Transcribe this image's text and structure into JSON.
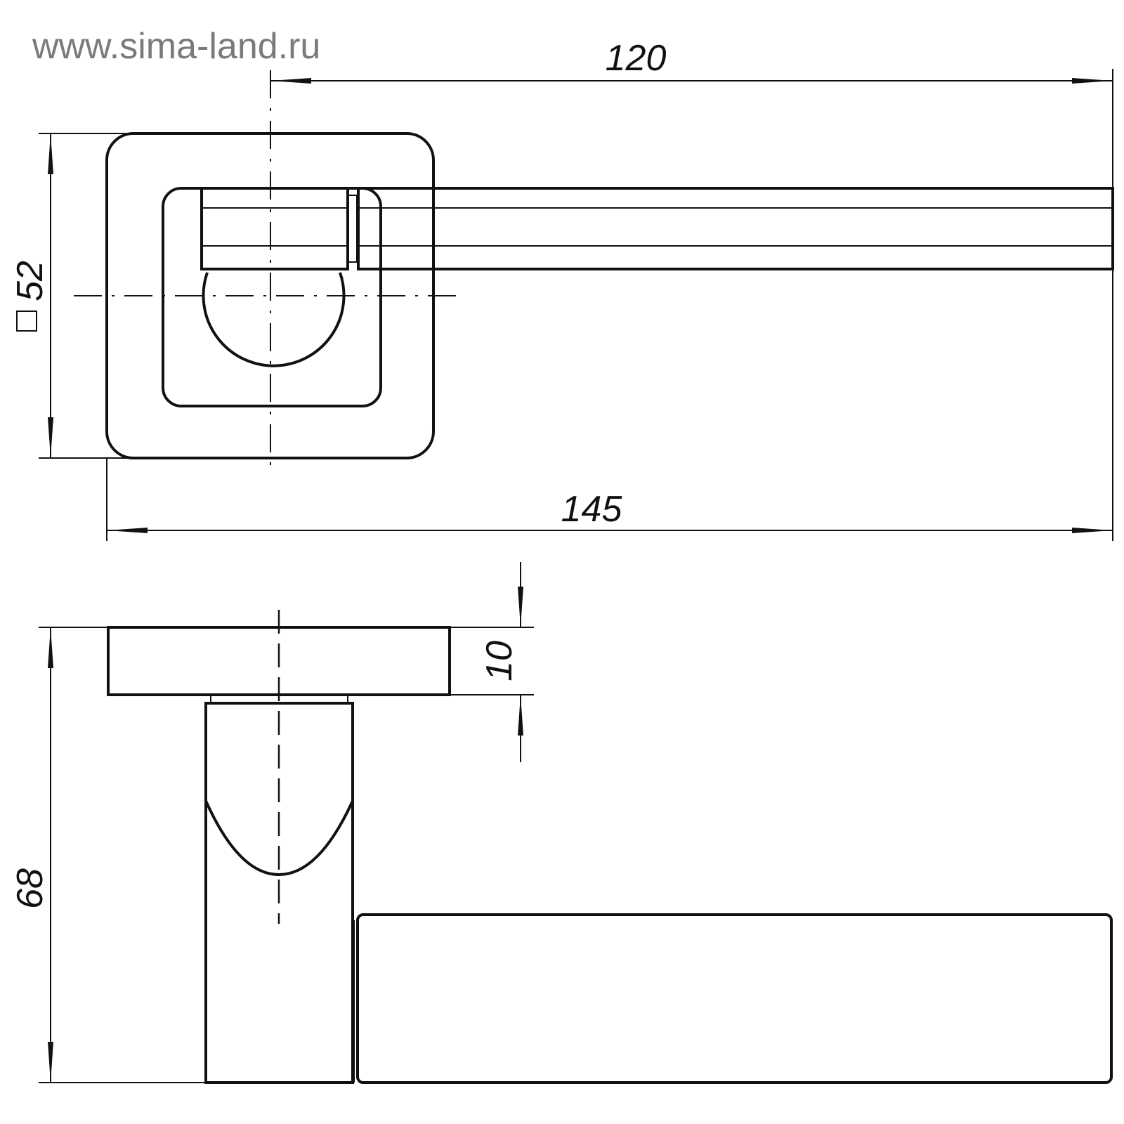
{
  "watermark": "www.sima-land.ru",
  "dimensions": {
    "lever_length": "120",
    "overall_length": "145",
    "rose_size": "52",
    "rose_thickness": "10",
    "height": "68"
  },
  "colors": {
    "line": "#111111",
    "watermark": "#7a7a7a",
    "background": "#ffffff"
  }
}
